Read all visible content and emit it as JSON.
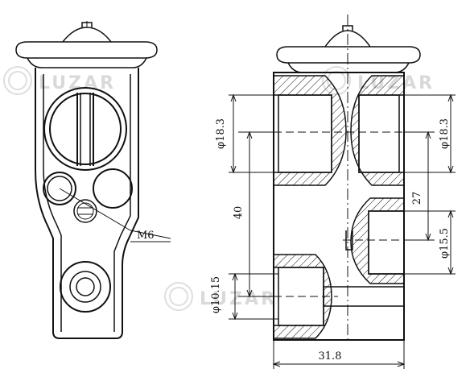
{
  "watermark": {
    "brand": "LUZAR"
  },
  "labels": {
    "thread": "M6",
    "dim_d18_3_left": "φ18.3",
    "dim_d18_3_right": "φ18.3",
    "dim_40": "40",
    "dim_27": "27",
    "dim_d15_5": "φ15.5",
    "dim_d10_15": "φ10.15",
    "dim_31_8": "31.8"
  },
  "colors": {
    "line": "#111111",
    "watermark": "#d9d9d9",
    "background": "#ffffff"
  }
}
